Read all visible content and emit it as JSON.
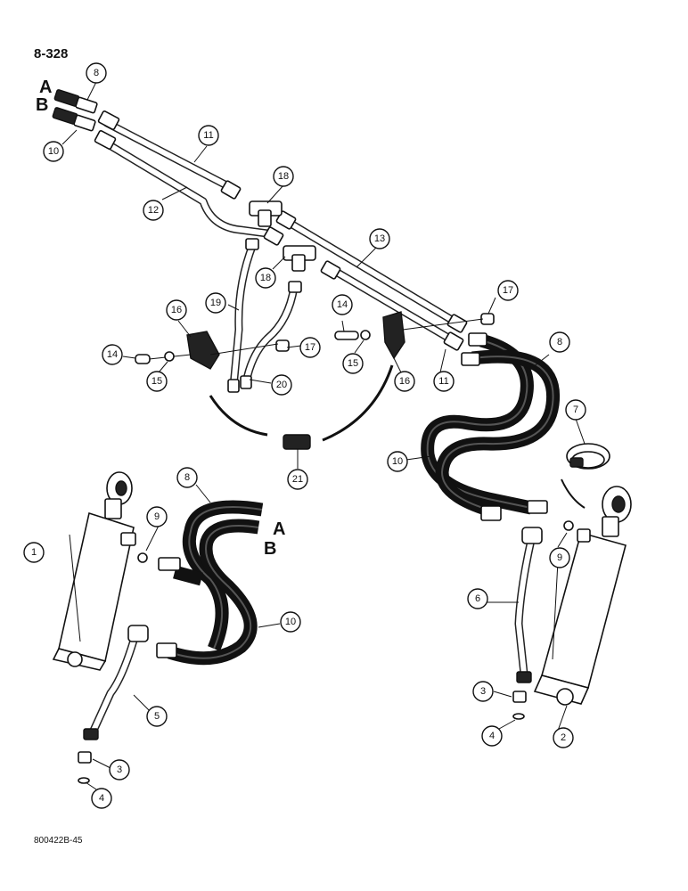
{
  "page_number": "8-328",
  "figure_code": "800422B-45",
  "port_labels": {
    "a": "A",
    "b": "B"
  },
  "callouts": {
    "c1": "1",
    "c2": "2",
    "c3a": "3",
    "c3b": "3",
    "c4a": "4",
    "c4b": "4",
    "c5": "5",
    "c6": "6",
    "c7": "7",
    "c8a": "8",
    "c8b": "8",
    "c8c": "8",
    "c9a": "9",
    "c9b": "9",
    "c10a": "10",
    "c10b": "10",
    "c10c": "10",
    "c11a": "11",
    "c11b": "11",
    "c12": "12",
    "c13": "13",
    "c14a": "14",
    "c14b": "14",
    "c15a": "15",
    "c15b": "15",
    "c16a": "16",
    "c16b": "16",
    "c17a": "17",
    "c17b": "17",
    "c18a": "18",
    "c18b": "18",
    "c19": "19",
    "c20": "20",
    "c21": "21"
  }
}
